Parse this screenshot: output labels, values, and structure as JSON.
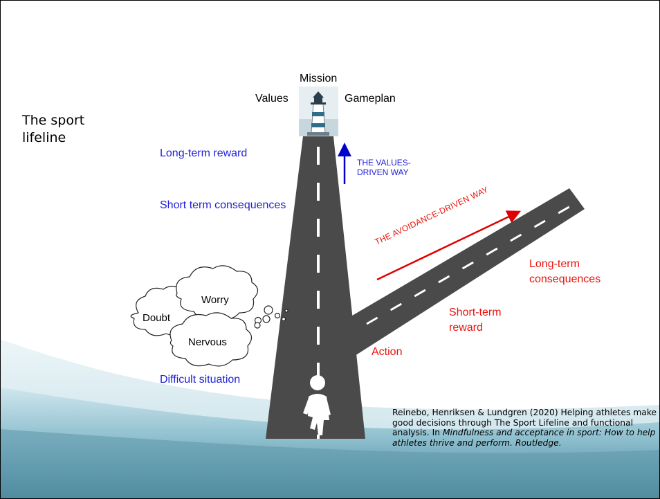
{
  "slide": {
    "title_line1": "The sport",
    "title_line2": "lifeline"
  },
  "diagram": {
    "top_labels": {
      "mission": "Mission",
      "values": "Values",
      "gameplan": "Gameplan"
    },
    "main_road_labels": {
      "long_term_reward": "Long-term reward",
      "short_term_consequences": "Short term consequences",
      "difficult_situation": "Difficult situation"
    },
    "values_driven_way": {
      "line1": "THE VALUES-",
      "line2": "DRIVEN WAY"
    },
    "avoidance_driven_way": "THE AVOIDANCE-DRIVEN WAY",
    "side_road_labels": {
      "long_term_consequences_line1": "Long-term",
      "long_term_consequences_line2": "consequences",
      "short_term_reward_line1": "Short-term",
      "short_term_reward_line2": "reward",
      "action": "Action"
    },
    "thought_clouds": {
      "worry": "Worry",
      "doubt": "Doubt",
      "nervous": "Nervous"
    },
    "icons": [
      "lighthouse-icon",
      "runner-icon",
      "thought-cloud-icon"
    ],
    "colors": {
      "blue": "#1f1fd6",
      "red": "#e8140c",
      "road": "#4a4a4a",
      "arrow_blue": "#0000cc",
      "arrow_red": "#e00000",
      "background_wave": "#6fa7b8"
    }
  },
  "citation": {
    "authors": "Reinebo, Henriksen & Lundgren (2020) Helping athletes make",
    "line2": "good decisions through The Sport Lifeline and functional",
    "line3_prefix": "analysis.  In ",
    "book_title": "Mindfulness and acceptance in sport: How to help athletes thrive and perform. Routledge."
  }
}
